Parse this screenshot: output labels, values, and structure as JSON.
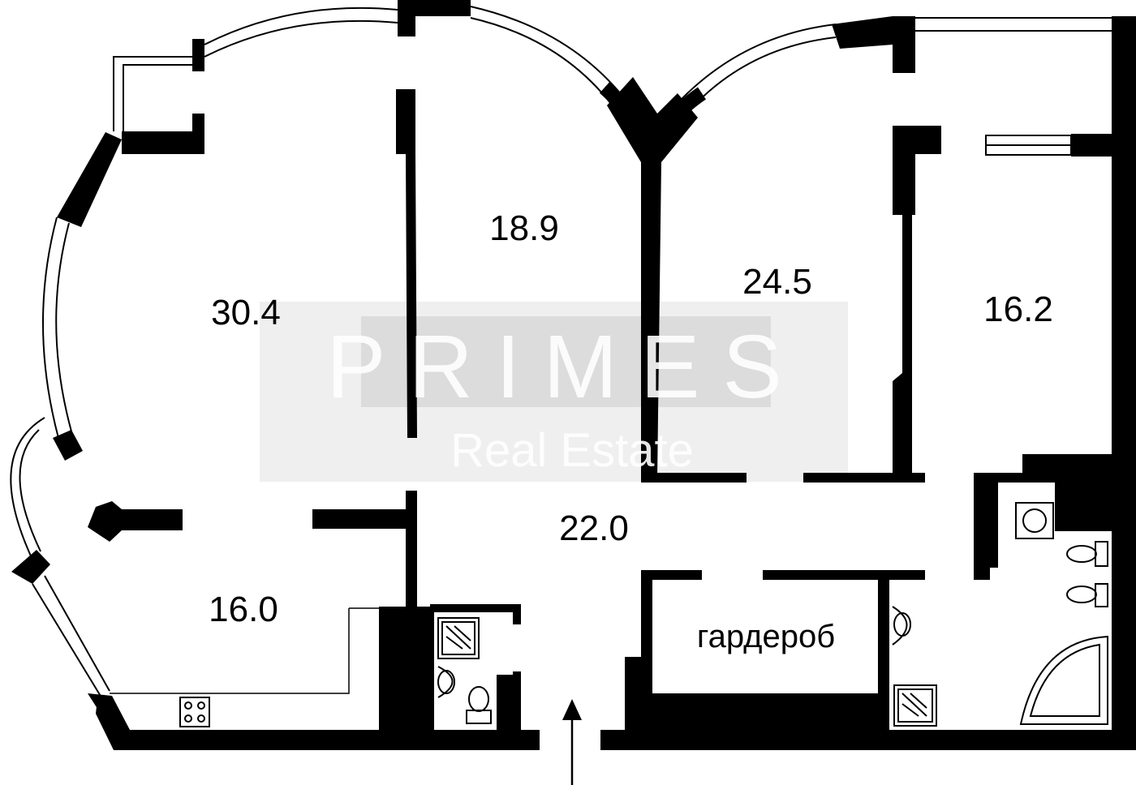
{
  "rooms": [
    {
      "id": "room-a",
      "area": "30.4"
    },
    {
      "id": "room-b",
      "area": "18.9"
    },
    {
      "id": "room-c",
      "area": "24.5"
    },
    {
      "id": "room-d",
      "area": "16.2"
    },
    {
      "id": "hall",
      "area": "22.0"
    },
    {
      "id": "kitchen",
      "area": "16.0"
    },
    {
      "id": "wardrobe",
      "area": "гардероб"
    }
  ],
  "watermark": {
    "brand": "PRIMES",
    "subtitle": "Real Estate"
  },
  "colors": {
    "wall": "#000000",
    "background": "#ffffff",
    "watermark_band": "#e6e6e6",
    "watermark_text": "#ffffff"
  },
  "icons": [
    "entrance-arrow-icon",
    "stove-icon",
    "shower-icon",
    "sink-icon",
    "toilet-icon",
    "washing-machine-icon",
    "bathtub-icon"
  ]
}
